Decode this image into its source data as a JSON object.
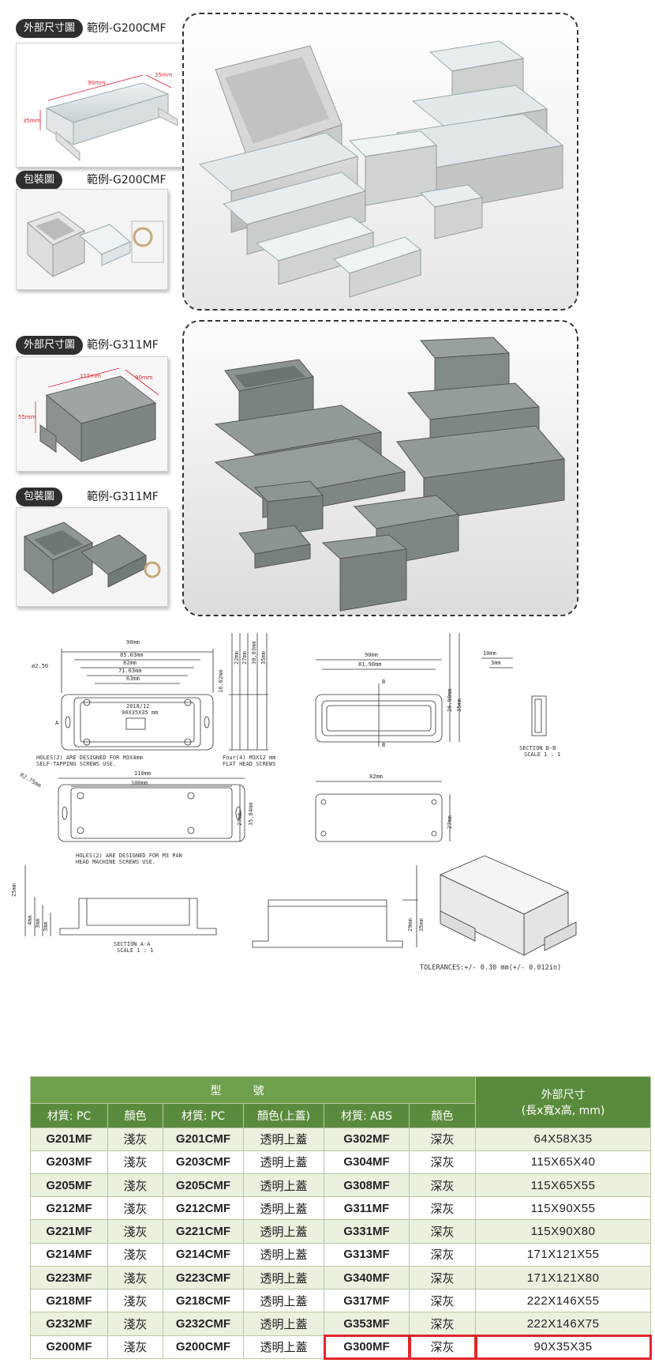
{
  "sections": [
    {
      "pill": "外部尺寸圖",
      "example": "範例-G200CMF",
      "dims": [
        "90mm",
        "35mm",
        "35mm"
      ]
    },
    {
      "pill": "包裝圖",
      "example": "範例-G200CMF"
    },
    {
      "pill": "外部尺寸圖",
      "example": "範例-G311MF",
      "dims": [
        "115mm",
        "90mm",
        "55mm"
      ]
    },
    {
      "pill": "包裝圖",
      "example": "範例-G311MF"
    }
  ],
  "drawing": {
    "top_dims": [
      "90mm",
      "85.03mm",
      "82mm",
      "71.03mm",
      "63mm"
    ],
    "side_dims": [
      "16.02mm",
      "22mm",
      "27mm",
      "30.03mm",
      "35mm"
    ],
    "diam": "ø2.50",
    "note1": "HOLES(2) ARE DESIGNED FOR M3X4mm",
    "note1b": "SELF-TAPPING SCREWS USE.",
    "note2": "Four(4) M3X12 mm",
    "note2b": "FLAT HEAD SCREWS",
    "lid_dims": [
      "90mm",
      "81.90mm",
      "26.90mm",
      "35mm"
    ],
    "section_b_dims": [
      "10mm",
      "3mm"
    ],
    "section_b": "SECTION B-B",
    "section_b_scale": "SCALE 1 : 1",
    "base_dims": [
      "110mm",
      "100mm",
      "27mm",
      "35.84mm"
    ],
    "radius": "R2.75mm",
    "note3": "HOLES(2) ARE DESIGNED FOR M3 PAN",
    "note3b": "HEAD MACHINE SCREWS USE.",
    "bottom_dims": [
      "82mm",
      "27mm"
    ],
    "a_dims": [
      "25mm",
      "4mm",
      "3mm",
      "3mm"
    ],
    "section_a": "SECTION A-A",
    "section_a_scale": "SCALE 1 : 1",
    "c_dims": [
      "29mm",
      "35mm"
    ],
    "tolerances": "TOLERANCES:+/- 0.30 mm(+/- 0.012in)",
    "label_b": "B",
    "label_a": "A",
    "plate_text1": "2018/12",
    "plate_text2": "90X35X35 mm"
  },
  "table": {
    "group_header": "型號",
    "size_header": "外部尺寸",
    "size_header2": "(長x寬x高, mm)",
    "columns": [
      "材質: PC",
      "顏色",
      "材質: PC",
      "顏色(上蓋)",
      "材質: ABS",
      "顏色"
    ],
    "rows": [
      [
        "G201MF",
        "淺灰",
        "G201CMF",
        "透明上蓋",
        "G302MF",
        "深灰",
        "64X58X35"
      ],
      [
        "G203MF",
        "淺灰",
        "G203CMF",
        "透明上蓋",
        "G304MF",
        "深灰",
        "115X65X40"
      ],
      [
        "G205MF",
        "淺灰",
        "G205CMF",
        "透明上蓋",
        "G308MF",
        "深灰",
        "115X65X55"
      ],
      [
        "G212MF",
        "淺灰",
        "G212CMF",
        "透明上蓋",
        "G311MF",
        "深灰",
        "115X90X55"
      ],
      [
        "G221MF",
        "淺灰",
        "G221CMF",
        "透明上蓋",
        "G331MF",
        "深灰",
        "115X90X80"
      ],
      [
        "G214MF",
        "淺灰",
        "G214CMF",
        "透明上蓋",
        "G313MF",
        "深灰",
        "171X121X55"
      ],
      [
        "G223MF",
        "淺灰",
        "G223CMF",
        "透明上蓋",
        "G340MF",
        "深灰",
        "171X121X80"
      ],
      [
        "G218MF",
        "淺灰",
        "G218CMF",
        "透明上蓋",
        "G317MF",
        "深灰",
        "222X146X55"
      ],
      [
        "G232MF",
        "淺灰",
        "G232CMF",
        "透明上蓋",
        "G353MF",
        "深灰",
        "222X146X75"
      ],
      [
        "G200MF",
        "淺灰",
        "G200CMF",
        "透明上蓋",
        "G300MF",
        "深灰",
        "90X35X35"
      ]
    ],
    "highlight_row": 9,
    "colors": {
      "header": "#5a8b3c",
      "stripe": "#eaf1de",
      "highlight": "#e0262a"
    }
  }
}
